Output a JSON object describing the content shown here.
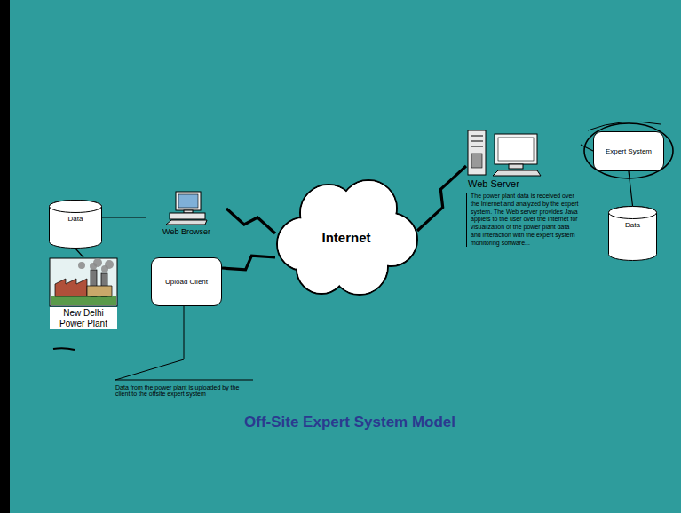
{
  "diagram": {
    "title": "Off-Site Expert System Model",
    "nodes": [
      {
        "text": [
          "Data"
        ]
      },
      {
        "text": [
          "New Delhi Power Plant"
        ]
      },
      {
        "text": [
          "Web Browser"
        ]
      },
      {
        "text": [
          "Upload Client"
        ]
      },
      {
        "text": [
          "Internet"
        ]
      },
      {
        "text": [
          "Web Server",
          "The power plant data is received over the Internet and analyzed by the expert system. The Web server provides Java applets to the user over the Internet for visualization of the power plant data and interaction with the expert system monitoring software..."
        ]
      },
      {
        "text": [
          "Expert System"
        ]
      },
      {
        "text": [
          "Data"
        ]
      }
    ],
    "edges": [
      {
        "from": 0,
        "to": 2,
        "arrow": "none"
      },
      {
        "from": 0,
        "to": 1,
        "arrow": "none"
      },
      {
        "from": 2,
        "to": 4,
        "arrow": "none"
      },
      {
        "from": 3,
        "to": 4,
        "arrow": "none"
      },
      {
        "from": 4,
        "to": 5,
        "arrow": "none"
      },
      {
        "from": 5,
        "to": 6,
        "arrow": "none"
      },
      {
        "from": 6,
        "to": 7,
        "arrow": "none"
      }
    ],
    "labels": [
      "Data from the power plant is uploaded by the client to the offsite expert system"
    ]
  }
}
